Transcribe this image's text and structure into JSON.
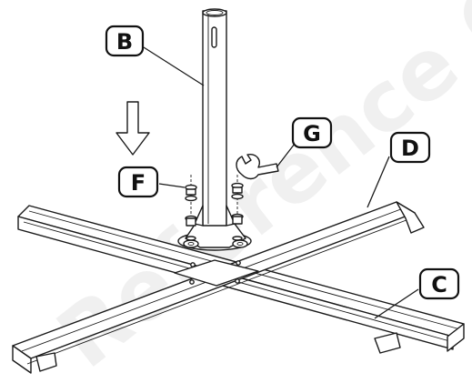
{
  "watermark": {
    "text": "Reference Only",
    "color": "#f2f2f2"
  },
  "callouts": {
    "b": "B",
    "c": "C",
    "d": "D",
    "f": "F",
    "g": "G"
  },
  "colors": {
    "line": "#1a1a1a",
    "background": "#ffffff"
  },
  "icons": {
    "arrow": "down-arrow-icon",
    "wrench": "wrench-icon"
  }
}
